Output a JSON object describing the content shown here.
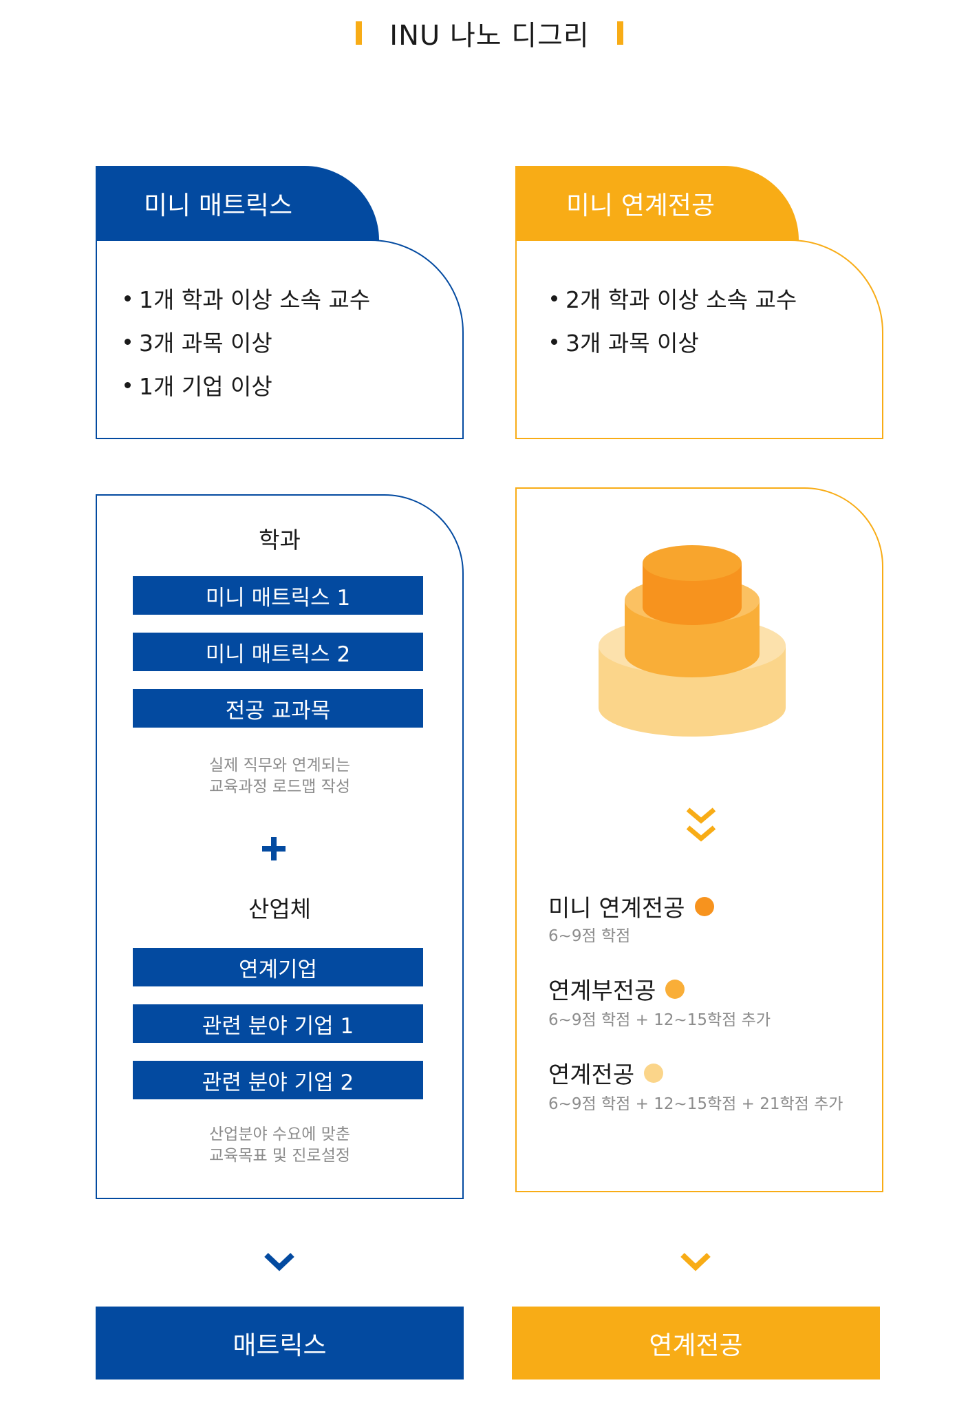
{
  "header": {
    "title": "INU 나노 디그리"
  },
  "left": {
    "tab_label": "미니 매트릭스",
    "requirements": [
      "1개 학과 이상 소속 교수",
      "3개 과목 이상",
      "1개 기업 이상"
    ],
    "dept_heading": "학과",
    "dept_items": [
      "미니 매트릭스 1",
      "미니 매트릭스 2",
      "전공 교과목"
    ],
    "dept_note_line1": "실제 직무와 연계되는",
    "dept_note_line2": "교육과정 로드맵 작성",
    "industry_heading": "산업체",
    "industry_items": [
      "연계기업",
      "관련 분야 기업 1",
      "관련 분야 기업 2"
    ],
    "industry_note_line1": "산업분야 수요에 맞춘",
    "industry_note_line2": "교육목표 및 진로설정",
    "result_button": "매트릭스"
  },
  "right": {
    "tab_label": "미니 연계전공",
    "requirements": [
      "2개 학과 이상 소속 교수",
      "3개 과목 이상"
    ],
    "levels": [
      {
        "title": "미니 연계전공",
        "desc": "6~9점 학점",
        "color": "#F7931E"
      },
      {
        "title": "연계부전공",
        "desc": "6~9점 학점 + 12~15학점 추가",
        "color": "#F9AE38"
      },
      {
        "title": "연계전공",
        "desc": "6~9점 학점 + 12~15학점 + 21학점 추가",
        "color": "#FBD58A"
      }
    ],
    "result_button": "연계전공"
  },
  "colors": {
    "blue": "#034AA0",
    "orange": "#F8AC16"
  },
  "icons": [
    "plus-icon",
    "double-chevron-down-icon",
    "chevron-down-icon",
    "layered-cake-icon"
  ]
}
